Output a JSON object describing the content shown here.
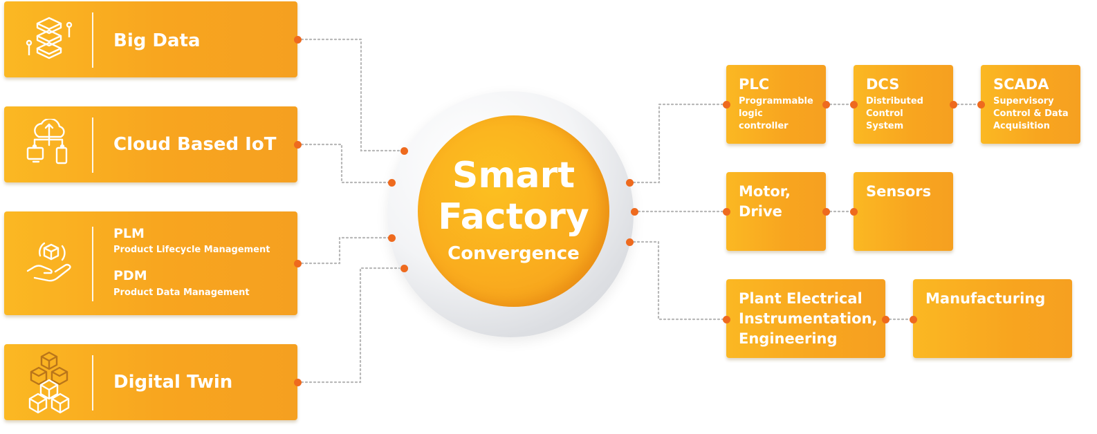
{
  "left_boxes": {
    "big_data": {
      "title": "Big Data"
    },
    "cloud_iot": {
      "title": "Cloud Based IoT"
    },
    "plm_pdm": {
      "plm": "PLM",
      "plm_desc": "Product Lifecycle Management",
      "pdm": "PDM",
      "pdm_desc": "Product Data Management"
    },
    "digital_twin": {
      "title": "Digital Twin"
    }
  },
  "center": {
    "title_line1": "Smart",
    "title_line2": "Factory",
    "subtitle": "Convergence"
  },
  "right_boxes": {
    "plc": {
      "title": "PLC",
      "desc": [
        "Programmable",
        "logic",
        "controller"
      ]
    },
    "dcs": {
      "title": "DCS",
      "desc": [
        "Distributed",
        "Control",
        "System"
      ]
    },
    "scada": {
      "title": "SCADA",
      "desc": [
        "Supervisory",
        "Control & Data",
        "Acquisition"
      ]
    },
    "motor": {
      "lines": [
        "Motor,",
        "Drive"
      ]
    },
    "sensors": {
      "title": "Sensors"
    },
    "plant": {
      "lines": [
        "Plant Electrical",
        "Instrumentation,",
        "Engineering"
      ]
    },
    "manufacturing": {
      "title": "Manufacturing"
    }
  },
  "colors": {
    "box_orange": "#f8a51f",
    "dot_orange": "#ee6a1e",
    "connector_gray": "#b8b8b8"
  },
  "icons": [
    "database-stack-icon",
    "cloud-devices-icon",
    "hand-cube-icon",
    "cubes-icon"
  ]
}
